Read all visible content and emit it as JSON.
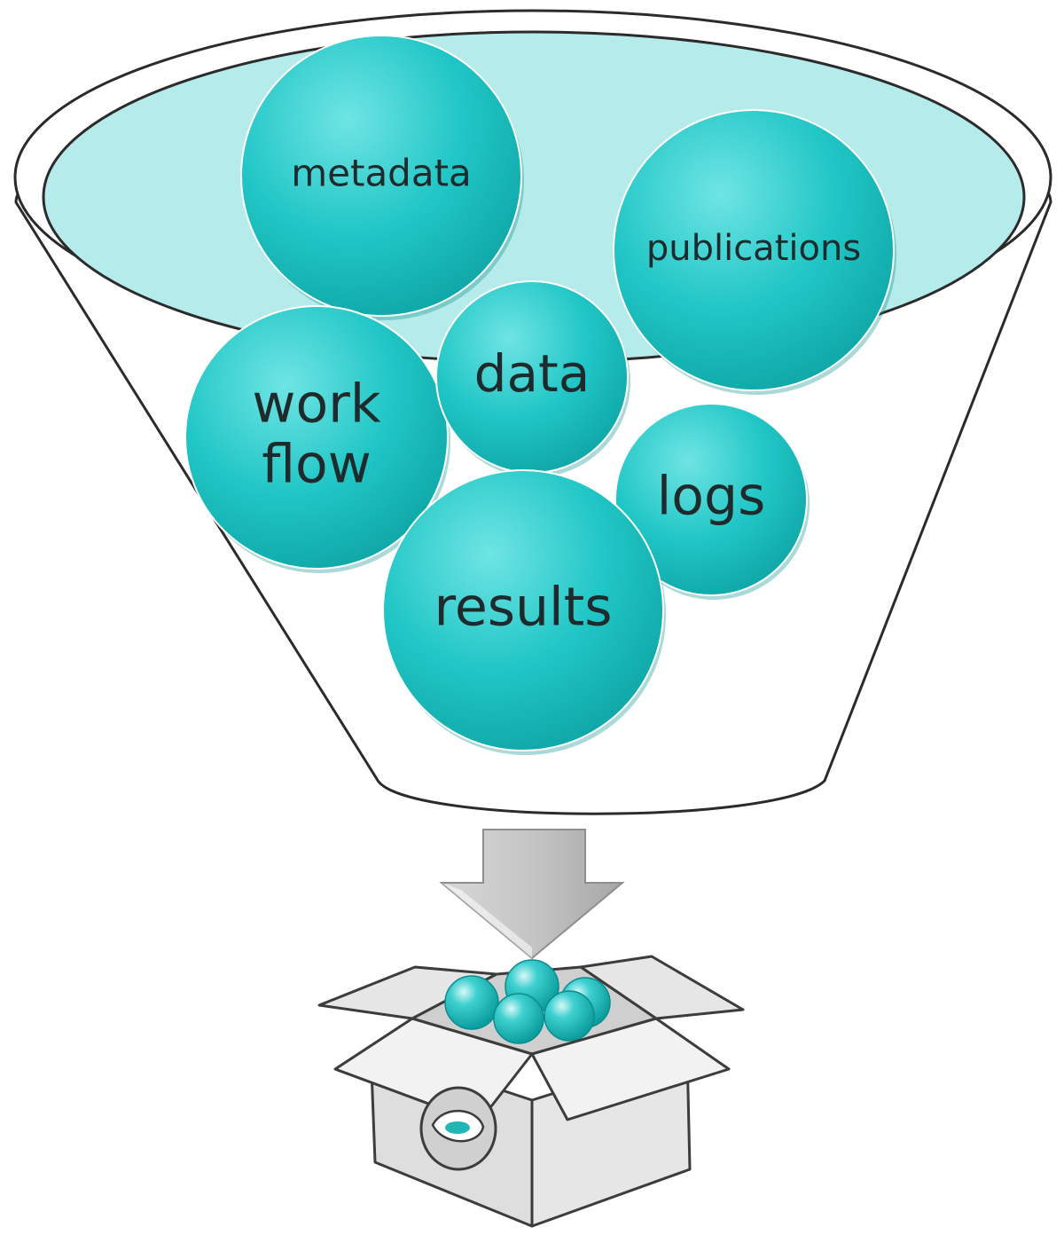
{
  "colors": {
    "bubble": "#1fc4c4",
    "bubble_light": "#5fdede",
    "bubble_dark": "#12a9aa",
    "funnel_top_fill": "#b6ebeb",
    "outline": "#2b2b2b",
    "arrow": "#c9c9c9",
    "arrow_dark": "#9d9d9d",
    "box": "#e3e3e3",
    "box_dark": "#cbcbcb",
    "box_outline": "#3c3c3c",
    "label_text": "#1f2a2c"
  },
  "funnel": {
    "items": [
      {
        "id": "metadata",
        "lines": [
          "metadata"
        ]
      },
      {
        "id": "publications",
        "lines": [
          "publications"
        ]
      },
      {
        "id": "workflow",
        "lines": [
          "work",
          "flow"
        ]
      },
      {
        "id": "data",
        "lines": [
          "data"
        ]
      },
      {
        "id": "logs",
        "lines": [
          "logs"
        ]
      },
      {
        "id": "results",
        "lines": [
          "results"
        ]
      }
    ]
  },
  "arrow": {
    "icon": "down-arrow-icon"
  },
  "box": {
    "icon": "open-box-icon",
    "ball_icon": "ball-icon",
    "ball_count": 5,
    "logo_icon": "package-logo-icon"
  }
}
